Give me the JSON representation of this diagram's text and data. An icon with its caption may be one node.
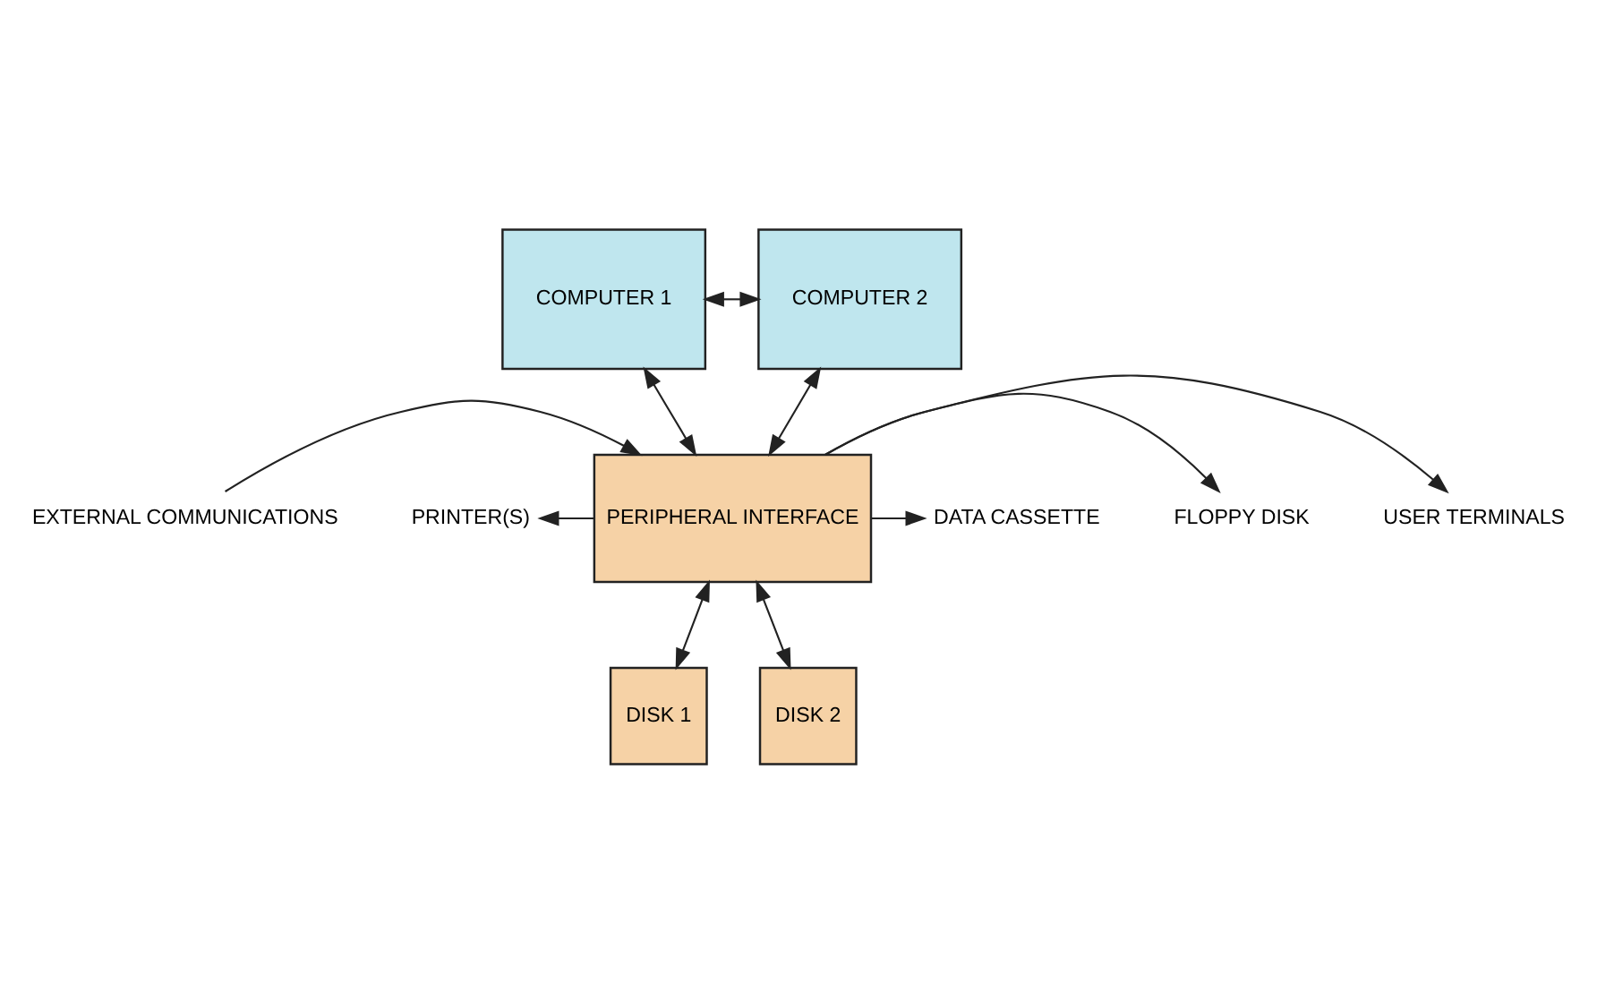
{
  "diagram": {
    "nodes": [
      {
        "text": [
          "COMPUTER 1"
        ]
      },
      {
        "text": [
          "COMPUTER 2"
        ]
      },
      {
        "text": [
          "EXTERNAL COMMUNICATIONS"
        ]
      },
      {
        "text": [
          "PERIPHERAL INTERFACE"
        ]
      },
      {
        "text": [
          "USER TERMINALS"
        ]
      },
      {
        "text": [
          "PRINTER(S)"
        ]
      },
      {
        "text": [
          "FLOPPY DISK"
        ]
      },
      {
        "text": [
          "DATA CASSETTE"
        ]
      },
      {
        "text": [
          "DISK 1"
        ]
      },
      {
        "text": [
          "DISK 2"
        ]
      }
    ],
    "edges": [
      {
        "from": 0,
        "to": 1,
        "arrow": "both"
      },
      {
        "from": 0,
        "to": 3,
        "arrow": "both"
      },
      {
        "from": 1,
        "to": 3,
        "arrow": "both"
      },
      {
        "from": 2,
        "to": 3,
        "arrow": "to"
      },
      {
        "from": 3,
        "to": 4,
        "arrow": "to"
      },
      {
        "from": 3,
        "to": 5,
        "arrow": "to"
      },
      {
        "from": 3,
        "to": 6,
        "arrow": "to"
      },
      {
        "from": 3,
        "to": 7,
        "arrow": "to"
      },
      {
        "from": 3,
        "to": 8,
        "arrow": "both"
      },
      {
        "from": 3,
        "to": 9,
        "arrow": "both"
      }
    ]
  }
}
